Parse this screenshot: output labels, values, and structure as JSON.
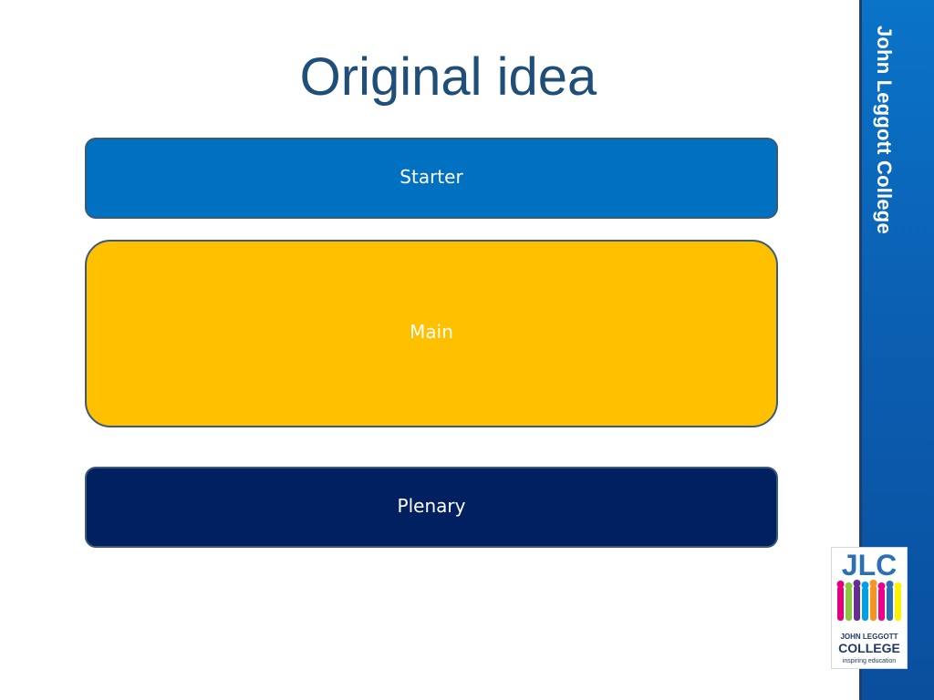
{
  "slide": {
    "title": "Original idea",
    "sidebar_text": "John Leggott College"
  },
  "boxes": {
    "starter": {
      "label": "Starter",
      "color": "#0070c0"
    },
    "main": {
      "label": "Main",
      "color": "#ffc000"
    },
    "plenary": {
      "label": "Plenary",
      "color": "#002060"
    }
  },
  "logo": {
    "initials": "JLC",
    "line1": "JOHN LEGGOTT",
    "line2": "COLLEGE",
    "tagline": "inspiring education",
    "colors": [
      "#2c6fb5",
      "#e4007c",
      "#8cc63f",
      "#f7941d",
      "#662d91",
      "#00a0e3",
      "#ec008c",
      "#fff200"
    ]
  }
}
